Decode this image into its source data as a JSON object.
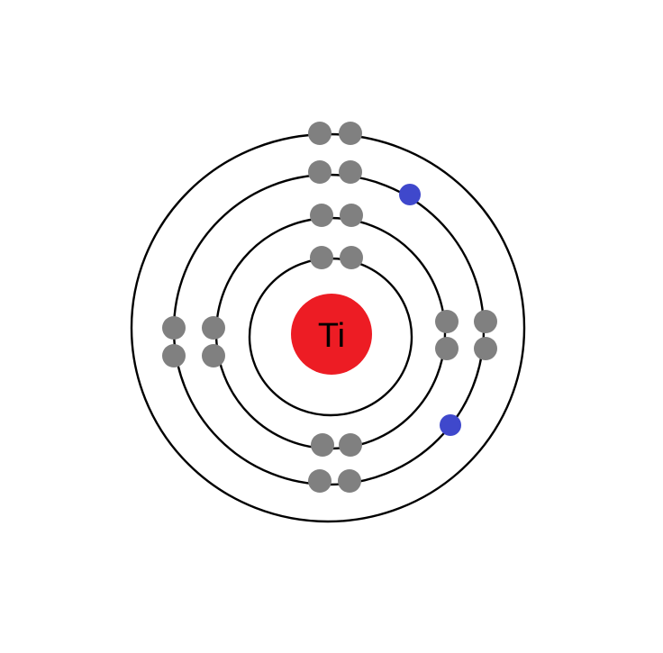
{
  "element_symbol": "Ti",
  "colors": {
    "background": "#ffffff",
    "nucleus": "#ed1c24",
    "nucleus_text": "#000000",
    "shell_line": "#000000",
    "electron_paired": "#808080",
    "electron_valence": "#3f48cc"
  },
  "shells": [
    {
      "name": "shell-1",
      "electrons": 2
    },
    {
      "name": "shell-2",
      "electrons": 8
    },
    {
      "name": "shell-3",
      "electrons": 10
    },
    {
      "name": "shell-4",
      "electrons": 2
    }
  ]
}
